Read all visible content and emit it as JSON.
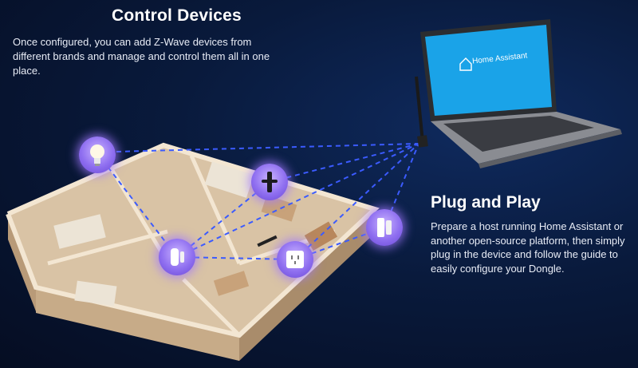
{
  "control": {
    "title": "Control Devices",
    "description": "Once configured, you can add Z-Wave devices from different brands and manage and control them all in one place."
  },
  "plug": {
    "title": "Plug and Play",
    "description": "Prepare a host running Home Assistant or another open-source platform, then simply plug in the device and follow the guide to easily configure your Dongle."
  },
  "laptop": {
    "screen_text": "Home Assistant",
    "screen_color": "#1aa3e8"
  },
  "devices": [
    {
      "icon": "light-bulb-icon"
    },
    {
      "icon": "smart-lock-icon"
    },
    {
      "icon": "door-sensor-icon"
    },
    {
      "icon": "smart-plug-icon"
    },
    {
      "icon": "z-wave-dongle-icon"
    }
  ],
  "colors": {
    "background": "#091a3c",
    "glow": "#9d7bff",
    "link_line": "#3b5bff"
  }
}
